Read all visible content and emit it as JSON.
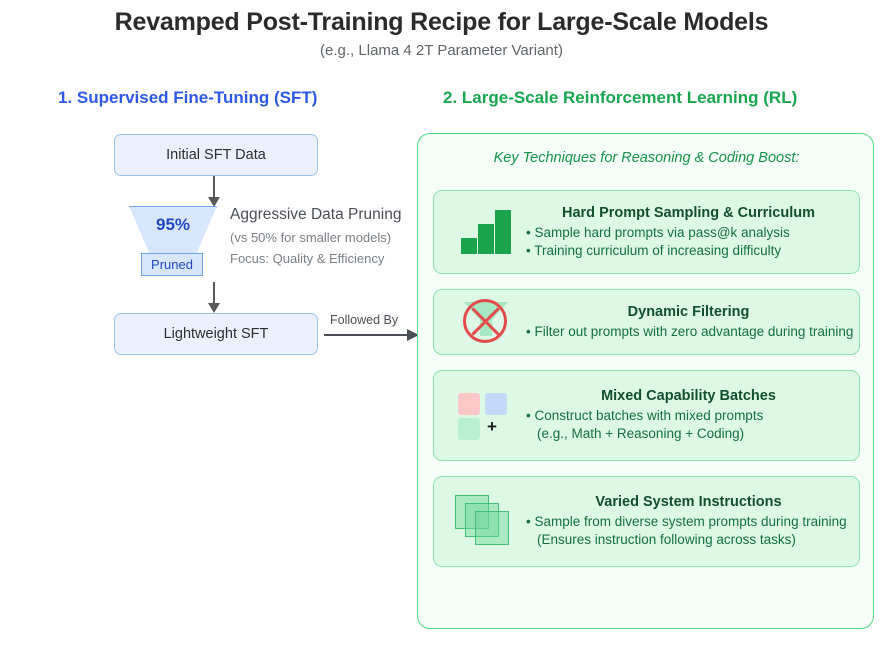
{
  "header": {
    "title": "Revamped Post-Training Recipe for Large-Scale Models",
    "subtitle": "(e.g., Llama 4 2T Parameter Variant)"
  },
  "colors": {
    "sft_accent": "#2e58e8",
    "rl_accent": "#18a74e",
    "sft_box_fill": "#eaf1fd",
    "sft_box_border": "#9cc2ee",
    "rl_panel_fill": "#f4fdf7",
    "rl_panel_border": "#4ddb85",
    "card_fill": "#ddf8e5",
    "card_border": "#8fe3ac",
    "filter_red": "#e24b4b"
  },
  "sft": {
    "heading": "1. Supervised Fine-Tuning (SFT)",
    "initial_box": "Initial SFT Data",
    "funnel": {
      "percent": "95%",
      "label": "Pruned"
    },
    "annotation": {
      "title": "Aggressive Data Pruning",
      "sub1": "(vs 50% for smaller models)",
      "sub2": "Focus: Quality & Efficiency"
    },
    "output_box": "Lightweight SFT",
    "connector_label": "Followed By"
  },
  "rl": {
    "heading": "2. Large-Scale Reinforcement Learning (RL)",
    "panel_title": "Key Techniques for Reasoning & Coding Boost:",
    "techniques": [
      {
        "icon": "bar-chart-icon",
        "title": "Hard Prompt Sampling & Curriculum",
        "lines": [
          "• Sample hard prompts via pass@k analysis",
          "• Training curriculum of increasing difficulty"
        ]
      },
      {
        "icon": "filter-blocked-icon",
        "title": "Dynamic Filtering",
        "lines": [
          "• Filter out prompts with zero advantage during training"
        ]
      },
      {
        "icon": "mixed-squares-icon",
        "title": "Mixed Capability Batches",
        "lines": [
          "• Construct batches with mixed prompts",
          "(e.g., Math + Reasoning + Coding)"
        ]
      },
      {
        "icon": "stacked-sheets-icon",
        "title": "Varied System Instructions",
        "lines": [
          "• Sample from diverse system prompts during training",
          "(Ensures instruction following across tasks)"
        ]
      }
    ]
  }
}
